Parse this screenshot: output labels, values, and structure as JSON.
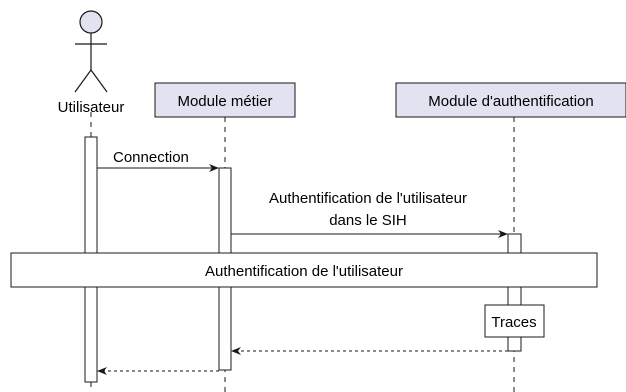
{
  "participants": {
    "user": {
      "label": "Utilisateur",
      "kind": "actor"
    },
    "business": {
      "label": "Module métier",
      "kind": "participant"
    },
    "auth": {
      "label": "Module d'authentification",
      "kind": "participant"
    }
  },
  "messages": {
    "connection": {
      "label": "Connection",
      "style": "solid"
    },
    "authenticate": {
      "label_line1": "Authentification de l'utilisateur",
      "label_line2": "dans le SIH",
      "style": "solid"
    },
    "reply_to_business": {
      "label": "",
      "style": "dashed"
    },
    "reply_to_user": {
      "label": "",
      "style": "dashed"
    }
  },
  "notes": {
    "auth_divider": {
      "label": "Authentification de l'utilisateur"
    },
    "traces": {
      "label": "Traces"
    }
  },
  "colors": {
    "participant_fill": "#e2e2f0",
    "participant_border": "#181818",
    "actor_fill": "#e2e2f0",
    "activation_fill": "#ffffff",
    "note_fill": "#ffffff",
    "lifeline": "#181818",
    "text": "#000000"
  }
}
